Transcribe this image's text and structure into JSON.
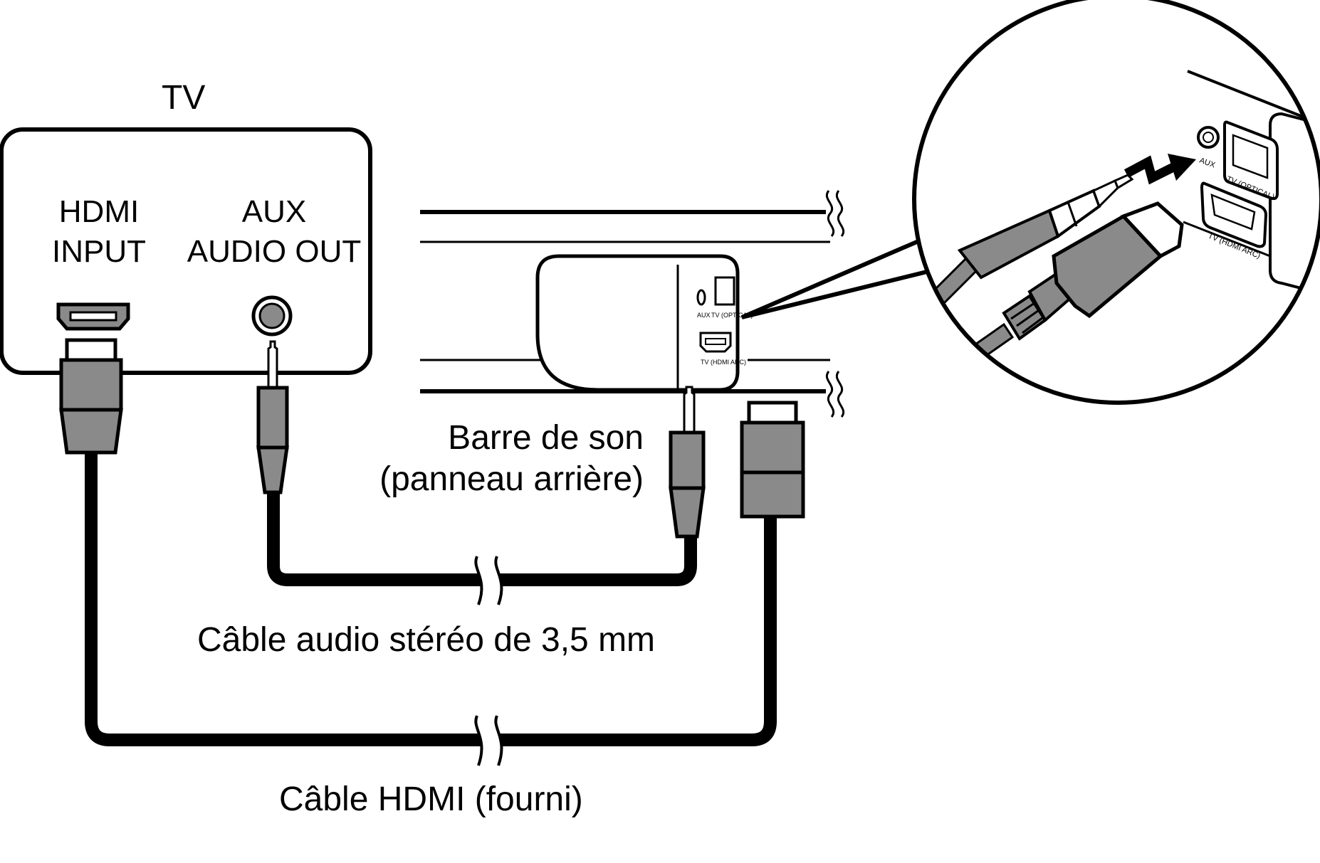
{
  "tv": {
    "title": "TV",
    "hdmi_label_line1": "HDMI",
    "hdmi_label_line2": "INPUT",
    "aux_label_line1": "AUX",
    "aux_label_line2": "AUDIO OUT"
  },
  "soundbar": {
    "label_line1": "Barre de son",
    "label_line2": "(panneau arrière)",
    "port_aux": "AUX",
    "port_optical": "TV (OPTICAL)",
    "port_hdmi": "TV (HDMI  ARC)"
  },
  "zoom": {
    "port_aux": "AUX",
    "port_optical": "TV (OPTICAL)",
    "port_hdmi": "TV (HDMI  ARC)"
  },
  "cables": {
    "audio_label": "Câble audio stéréo de 3,5 mm",
    "hdmi_label": "Câble HDMI (fourni)"
  },
  "colors": {
    "stroke": "#000000",
    "plug_fill": "#8a8a8a",
    "background": "#ffffff"
  }
}
